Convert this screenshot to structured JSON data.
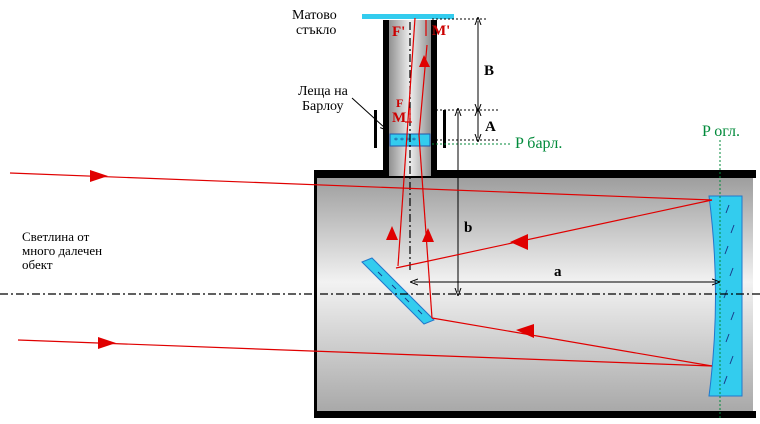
{
  "labels": {
    "ground_glass_line1": "Матово",
    "ground_glass_line2": "стъкло",
    "barlow_line1": "Леща на",
    "barlow_line2": "Барлоу",
    "light_line1": "Светлина от",
    "light_line2": "много далечен",
    "light_line3": "обект",
    "focus_top": "F'",
    "image_top": "M'",
    "focus_mid": "F",
    "image_mid": "M",
    "dim_B": "B",
    "dim_A": "A",
    "dim_b": "b",
    "dim_a": "a",
    "plane_barlow": "P барл.",
    "plane_mirror": "P огл."
  },
  "colors": {
    "ray": "#e00000",
    "glass": "#33ccee",
    "plane_marker": "#008a3a",
    "tube_body": "#d6d6d6"
  }
}
